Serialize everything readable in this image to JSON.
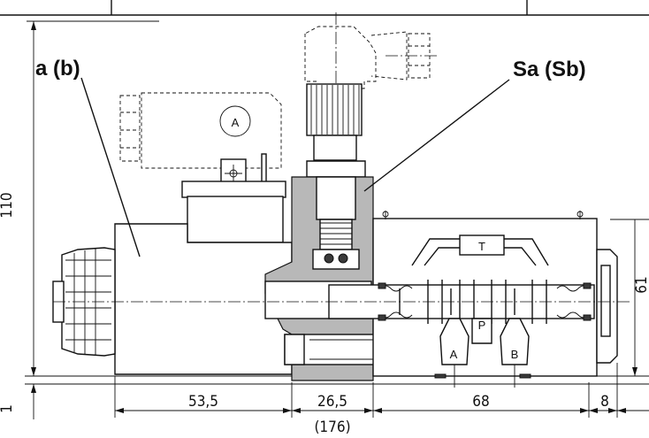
{
  "callouts": {
    "coil": "a (b)",
    "screw": "Sa (Sb)"
  },
  "symbols": {
    "coil_mark": "A",
    "port_t": "T",
    "port_p": "P",
    "port_a": "A",
    "port_b": "B"
  },
  "dimensions": {
    "height_total": "110",
    "height_axis": "61",
    "offset_bottom": "1",
    "len_coil": "53,5",
    "len_nut": "26,5",
    "len_body": "68",
    "len_cap": "8",
    "len_total": "(176)"
  }
}
